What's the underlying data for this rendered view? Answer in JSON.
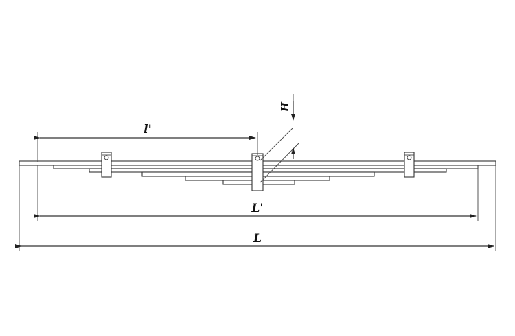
{
  "drawing": {
    "labels": {
      "half_length": "l'",
      "effective_length": "L'",
      "total_length": "L",
      "height": "H"
    }
  }
}
